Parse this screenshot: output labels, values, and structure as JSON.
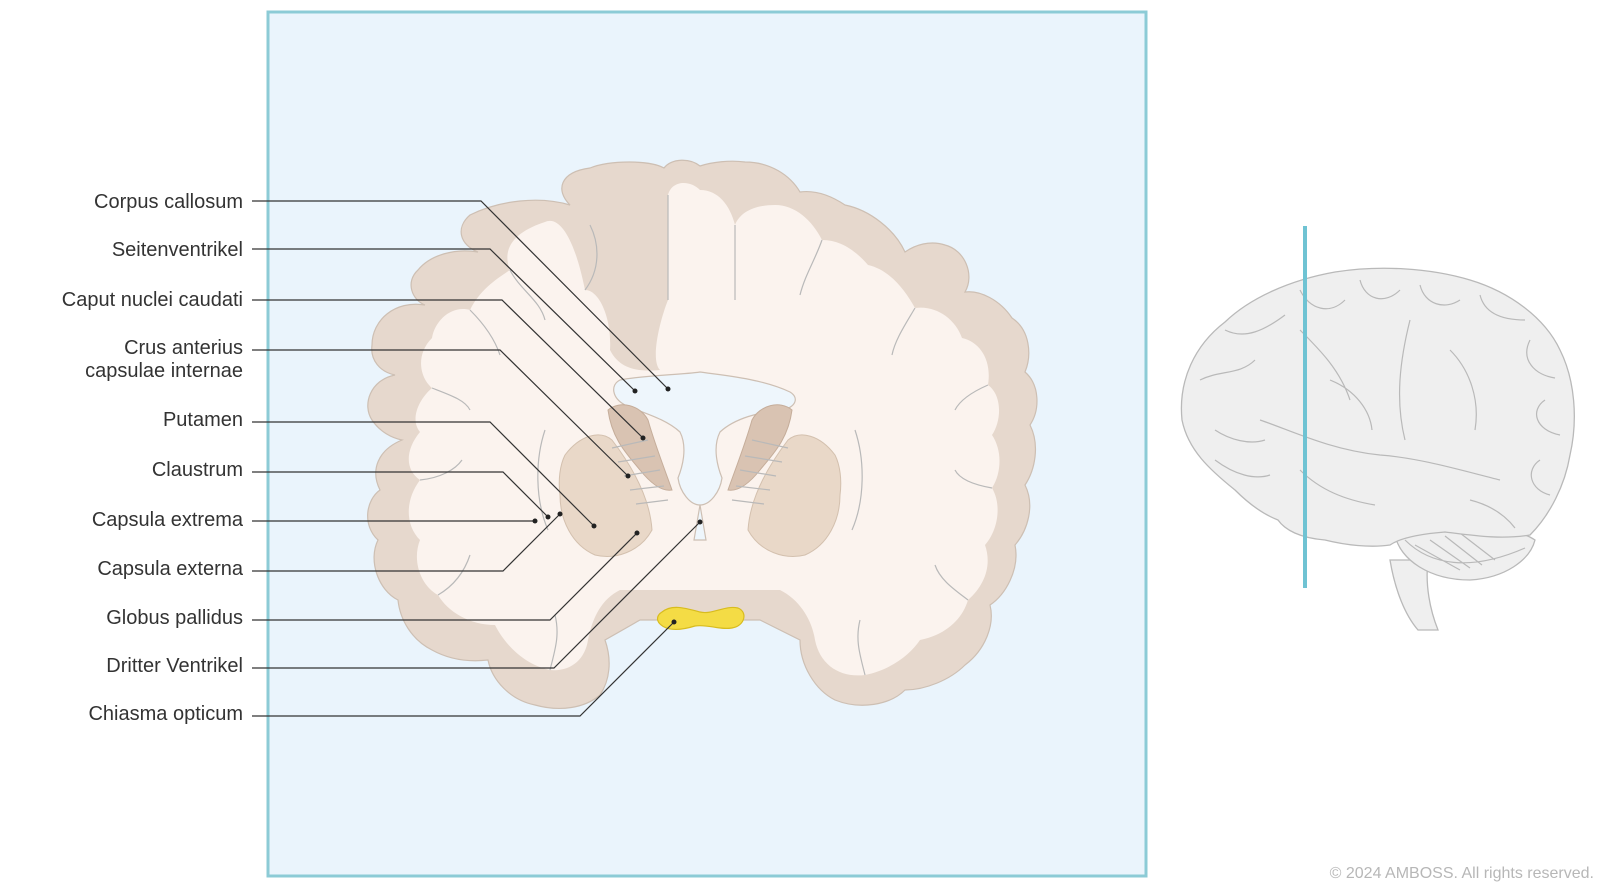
{
  "diagram": {
    "labels": [
      {
        "id": "corpus-callosum",
        "text": "Corpus callosum"
      },
      {
        "id": "seitenventrikel",
        "text": "Seitenventrikel"
      },
      {
        "id": "caput-nuclei-caudati",
        "text": "Caput nuclei caudati"
      },
      {
        "id": "crus-anterius",
        "line1": "Crus anterius",
        "line2": "capsulae internae"
      },
      {
        "id": "putamen",
        "text": "Putamen"
      },
      {
        "id": "claustrum",
        "text": "Claustrum"
      },
      {
        "id": "capsula-extrema",
        "text": "Capsula extrema"
      },
      {
        "id": "capsula-externa",
        "text": "Capsula externa"
      },
      {
        "id": "globus-pallidus",
        "text": "Globus pallidus"
      },
      {
        "id": "dritter-ventrikel",
        "text": "Dritter Ventrikel"
      },
      {
        "id": "chiasma-opticum",
        "text": "Chiasma opticum"
      }
    ],
    "copyright": "© 2024 AMBOSS. All rights reserved."
  },
  "colors": {
    "panel_background": "#eaf4fc",
    "panel_border": "#8ccbd6",
    "cortex": "#e6d8cd",
    "white_matter": "#fbf3ee",
    "optic_chiasm": "#f4dc45",
    "section_line": "#6fc3d3"
  }
}
